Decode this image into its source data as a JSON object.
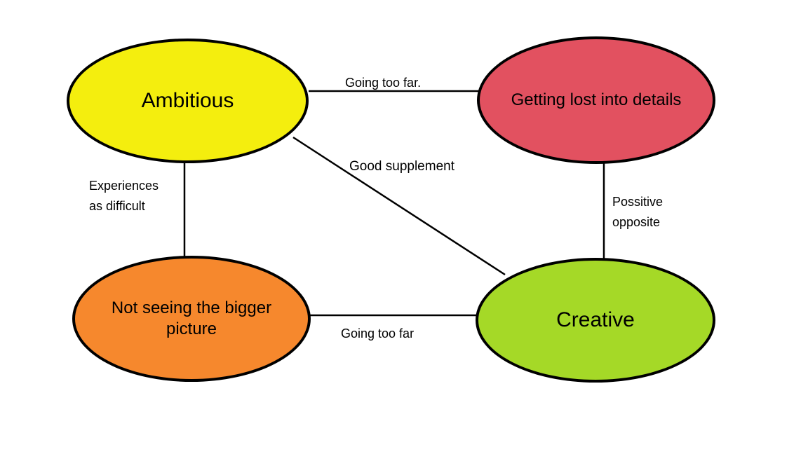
{
  "diagram": {
    "nodes": {
      "ambitious": {
        "label": "Ambitious",
        "color": "#f4ee0e"
      },
      "details": {
        "label": "Getting lost into details",
        "color": "#e25160"
      },
      "bigger_picture": {
        "label": "Not seeing the bigger picture",
        "color": "#f6882d"
      },
      "creative": {
        "label": "Creative",
        "color": "#a5d927"
      }
    },
    "edges": {
      "ambitious_details": {
        "label": "Going too far."
      },
      "ambitious_bigger_picture": {
        "label": "Experiences\nas difficult"
      },
      "ambitious_creative": {
        "label": "Good supplement"
      },
      "details_creative": {
        "label": "Possitive\nopposite"
      },
      "bigger_picture_creative": {
        "label": "Going too far"
      }
    },
    "colors": {
      "edge_stroke": "#000000",
      "node_border": "#000000",
      "background": "#ffffff"
    }
  }
}
